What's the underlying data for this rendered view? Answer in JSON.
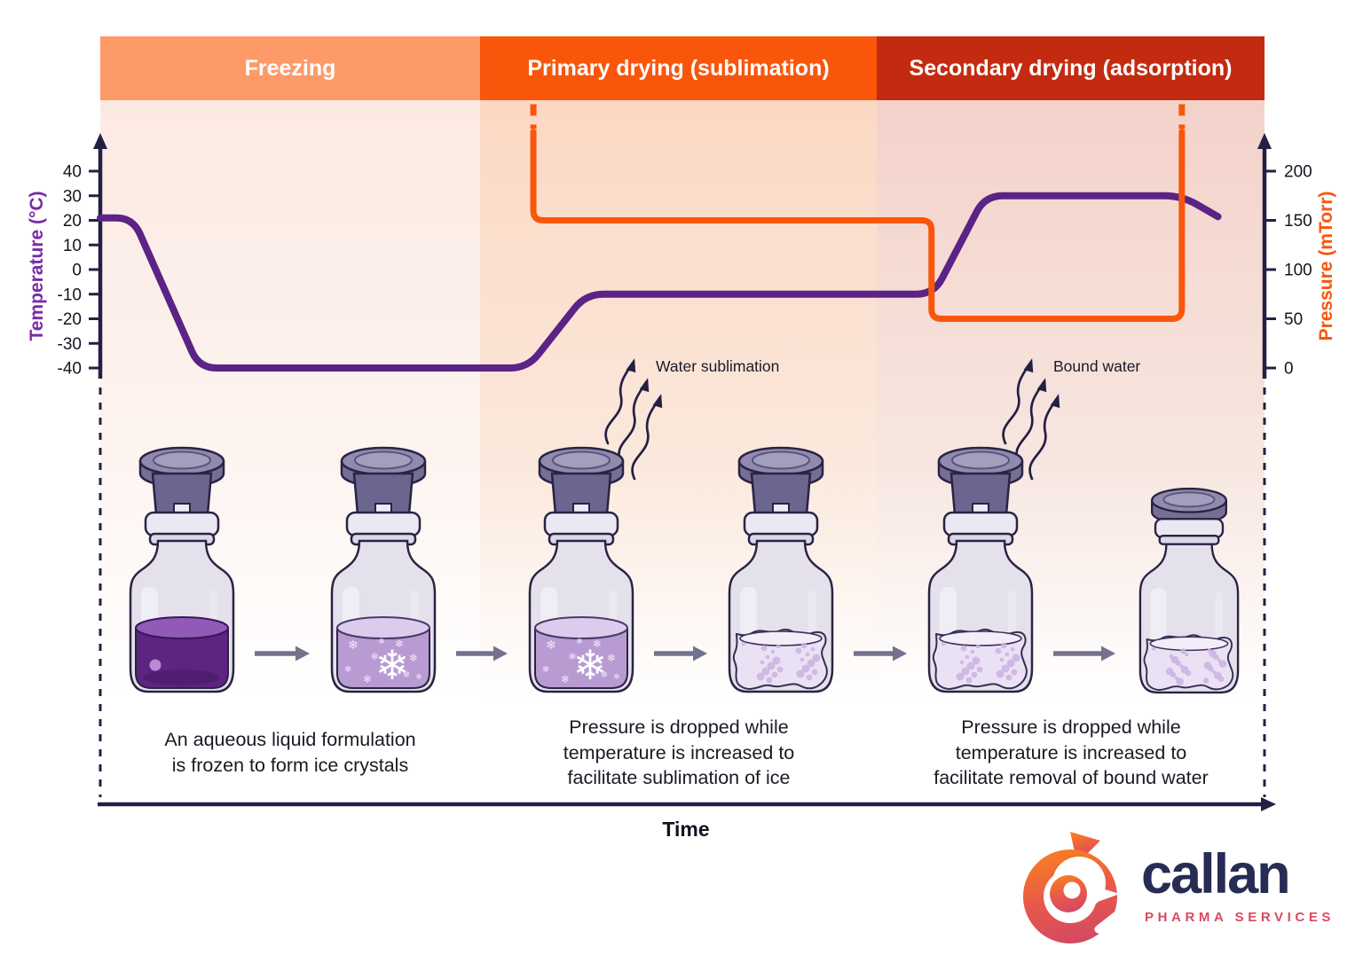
{
  "header": {
    "phases": [
      {
        "label": "Freezing",
        "color": "#FD9A68"
      },
      {
        "label": "Primary drying (sublimation)",
        "color": "#F9560B"
      },
      {
        "label": "Secondary drying (adsorption)",
        "color": "#C32B10"
      }
    ]
  },
  "chart_data": {
    "type": "line",
    "x_axis": {
      "label": "Time",
      "domain": [
        0,
        100
      ],
      "unit": "relative"
    },
    "y_axes": [
      {
        "id": "temperature",
        "label": "Temperature (°C)",
        "color": "#7A2BA8",
        "side": "left",
        "min": -40,
        "max": 40,
        "ticks": [
          40,
          30,
          20,
          10,
          0,
          -10,
          -20,
          -30,
          -40
        ]
      },
      {
        "id": "pressure",
        "label": "Pressure (mTorr)",
        "color": "#F9560B",
        "side": "right",
        "min": 0,
        "max": 200,
        "ticks": [
          200,
          150,
          100,
          50,
          0
        ]
      }
    ],
    "series": [
      {
        "name": "shelf-temperature",
        "axis": 0,
        "color": "#5B2386",
        "points": [
          [
            0,
            21
          ],
          [
            2.8,
            21
          ],
          [
            8.5,
            -40
          ],
          [
            36.7,
            -40
          ],
          [
            41.7,
            -10
          ],
          [
            71.6,
            -10
          ],
          [
            76,
            30
          ],
          [
            92.9,
            30
          ],
          [
            96,
            21.5
          ]
        ]
      },
      {
        "name": "chamber-pressure",
        "axis": 1,
        "color": "#F9560B",
        "points": [
          [
            37.2,
            240
          ],
          [
            37.2,
            150
          ],
          [
            71.4,
            150
          ],
          [
            71.4,
            50
          ],
          [
            92.9,
            50
          ],
          [
            92.9,
            240
          ]
        ],
        "off_scale_dashes": {
          "t": [
            37.2,
            92.9
          ],
          "from": 268,
          "to": 243
        }
      }
    ],
    "annotations": [
      {
        "text": "Water sublimation"
      },
      {
        "text": "Bound water"
      }
    ],
    "phase_bounds_t": [
      0,
      32.6,
      66.7,
      100
    ],
    "grid": false,
    "legend": "none"
  },
  "process": {
    "stages": [
      {
        "icon": "vial-liquid-icon",
        "fill": "liquid",
        "stopper": "raised"
      },
      {
        "icon": "vial-frozen-icon",
        "fill": "frozen",
        "stopper": "raised"
      },
      {
        "icon": "vial-frozen-icon",
        "fill": "frozen",
        "stopper": "raised"
      },
      {
        "icon": "vial-cake-icon",
        "fill": "cake",
        "stopper": "raised"
      },
      {
        "icon": "vial-cake-icon",
        "fill": "cake",
        "stopper": "raised"
      },
      {
        "icon": "vial-cake-sealed-icon",
        "fill": "cake",
        "stopper": "seated"
      }
    ],
    "captions": [
      {
        "lines": [
          "An aqueous liquid formulation",
          "is frozen to form ice crystals"
        ]
      },
      {
        "lines": [
          "Pressure is dropped while",
          "temperature is increased to",
          "facilitate sublimation of ice"
        ]
      },
      {
        "lines": [
          "Pressure is dropped while",
          "temperature is increased to",
          "facilitate removal of bound water"
        ]
      }
    ]
  },
  "logo": {
    "name": "callan",
    "tagline": "PHARMA SERVICES",
    "icon": "fox-swirl-icon",
    "wordmark_color": "#272C55",
    "tagline_color": "#D84A5F",
    "icon_colors": [
      "#F9801F",
      "#D44A62"
    ]
  }
}
